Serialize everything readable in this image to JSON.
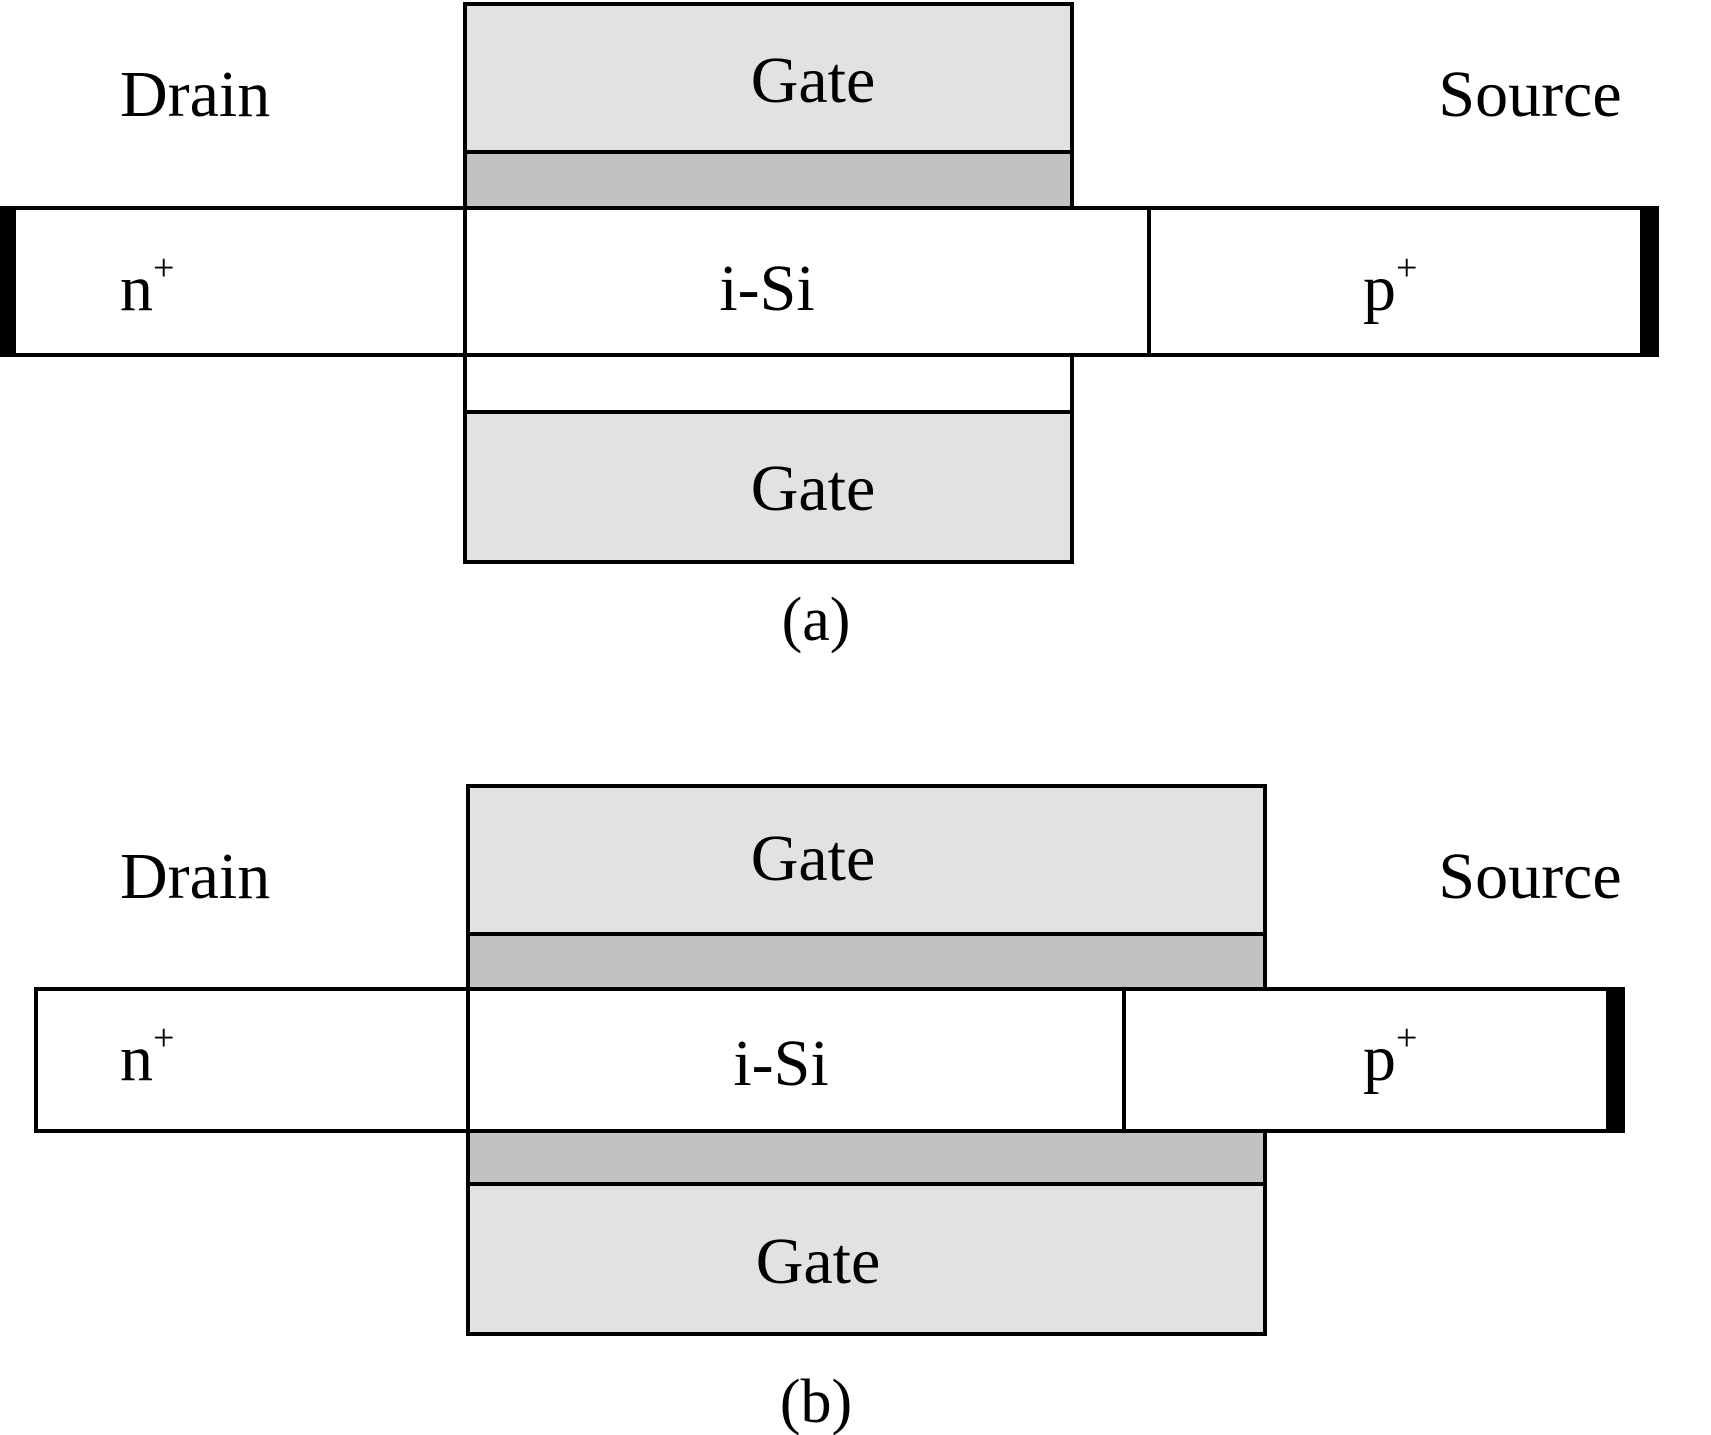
{
  "colors": {
    "gate_fill": "#e2e2e2",
    "oxide_fill": "#c2c2c2",
    "silicon_fill": "#ffffff",
    "outline": "#000000",
    "contact": "#000000"
  },
  "diagram_a": {
    "caption": "(a)",
    "drain_label": "Drain",
    "source_label": "Source",
    "top_gate_label": "Gate",
    "bottom_gate_label": "Gate",
    "n_region": {
      "base": "n",
      "sup": "+"
    },
    "intrinsic_label": "i-Si",
    "p_region": {
      "base": "p",
      "sup": "+"
    }
  },
  "diagram_b": {
    "caption": "(b)",
    "drain_label": "Drain",
    "source_label": "Source",
    "top_gate_label": "Gate",
    "bottom_gate_label": "Gate",
    "n_region": {
      "base": "n",
      "sup": "+"
    },
    "intrinsic_label": "i-Si",
    "p_region": {
      "base": "p",
      "sup": "+"
    }
  }
}
